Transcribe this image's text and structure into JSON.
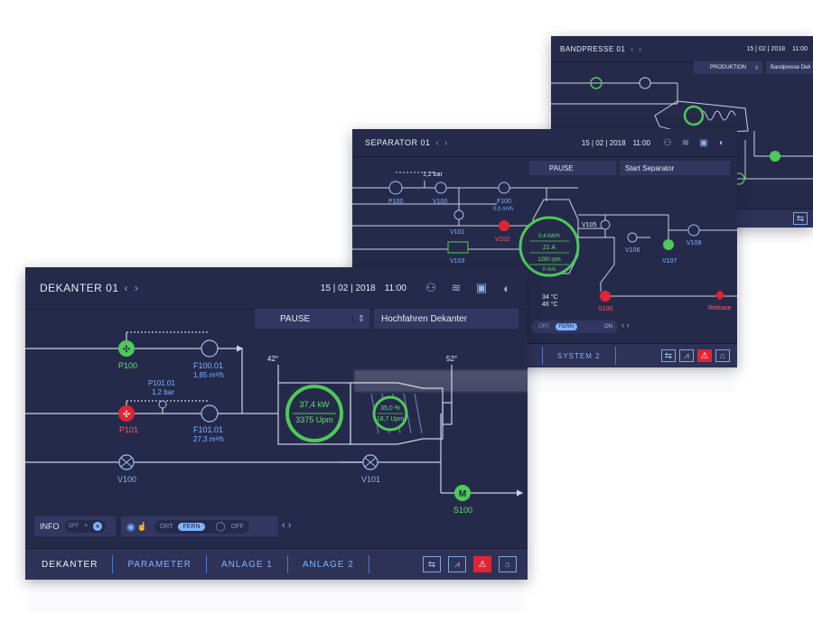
{
  "bandpresse": {
    "title": "BANDPRESSE 01",
    "date": "15 | 02 | 2018",
    "time": "11:00",
    "mode": "PRODUKTION",
    "command": "Bandpresse Dek"
  },
  "separator": {
    "title": "SEPARATOR 01",
    "date": "15 | 02 | 2018",
    "time": "11:00",
    "mode": "PAUSE",
    "command": "Start Separator",
    "pressure": "1,2 bar",
    "labels": {
      "p100": "P100",
      "v100": "V100",
      "f100": "F100",
      "f100_flow": "0,0 m³/h",
      "v101": "V101",
      "v102": "V102",
      "v103": "V103",
      "v105": "V105",
      "v106": "V106",
      "v107": "V107",
      "v108": "V108",
      "s100": "S100",
      "release": "Release",
      "temp1": "34 °C",
      "temp2": "46 °C"
    },
    "readouts": [
      "0,4 kW/h",
      "21 A",
      "1280 rpm",
      "0 m/s"
    ],
    "toggle": {
      "ort": "ORT",
      "fern": "FERN",
      "on": "ON"
    },
    "tab": "SYSTEM 2"
  },
  "dekanter": {
    "title": "DEKANTER 01",
    "date": "15 | 02 | 2018",
    "time": "11:00",
    "mode": "PAUSE",
    "command": "Hochfahren Dekanter",
    "labels": {
      "p100": "P100",
      "f10001": "F100.01",
      "f10001_flow": "1,85 m³/h",
      "p10101": "P101.01",
      "pressure": "1,2 bar",
      "p101": "P101",
      "f10101": "F101.01",
      "f10101_flow": "27,3 m³/h",
      "v100": "V100",
      "v101": "V101",
      "s100": "S100",
      "temp_in": "42°",
      "temp_out": "52°",
      "kw": "37,4 kW",
      "upm": "3375 Upm",
      "percent": "35,0 %",
      "upm2": "18,7 Upm"
    },
    "info": {
      "label": "INFO",
      "off": "OFF",
      "ort": "ORT",
      "fern": "FERN",
      "off2": "OFF"
    },
    "tabs": [
      "DEKANTER",
      "PARAMETER",
      "ANLAGE 1",
      "ANLAGE 2"
    ]
  },
  "colors": {
    "panel": "#262a4a",
    "line": "#c9d1e6",
    "accent": "#7fb4ff",
    "ok": "#4ec95a",
    "alarm": "#e02434"
  }
}
